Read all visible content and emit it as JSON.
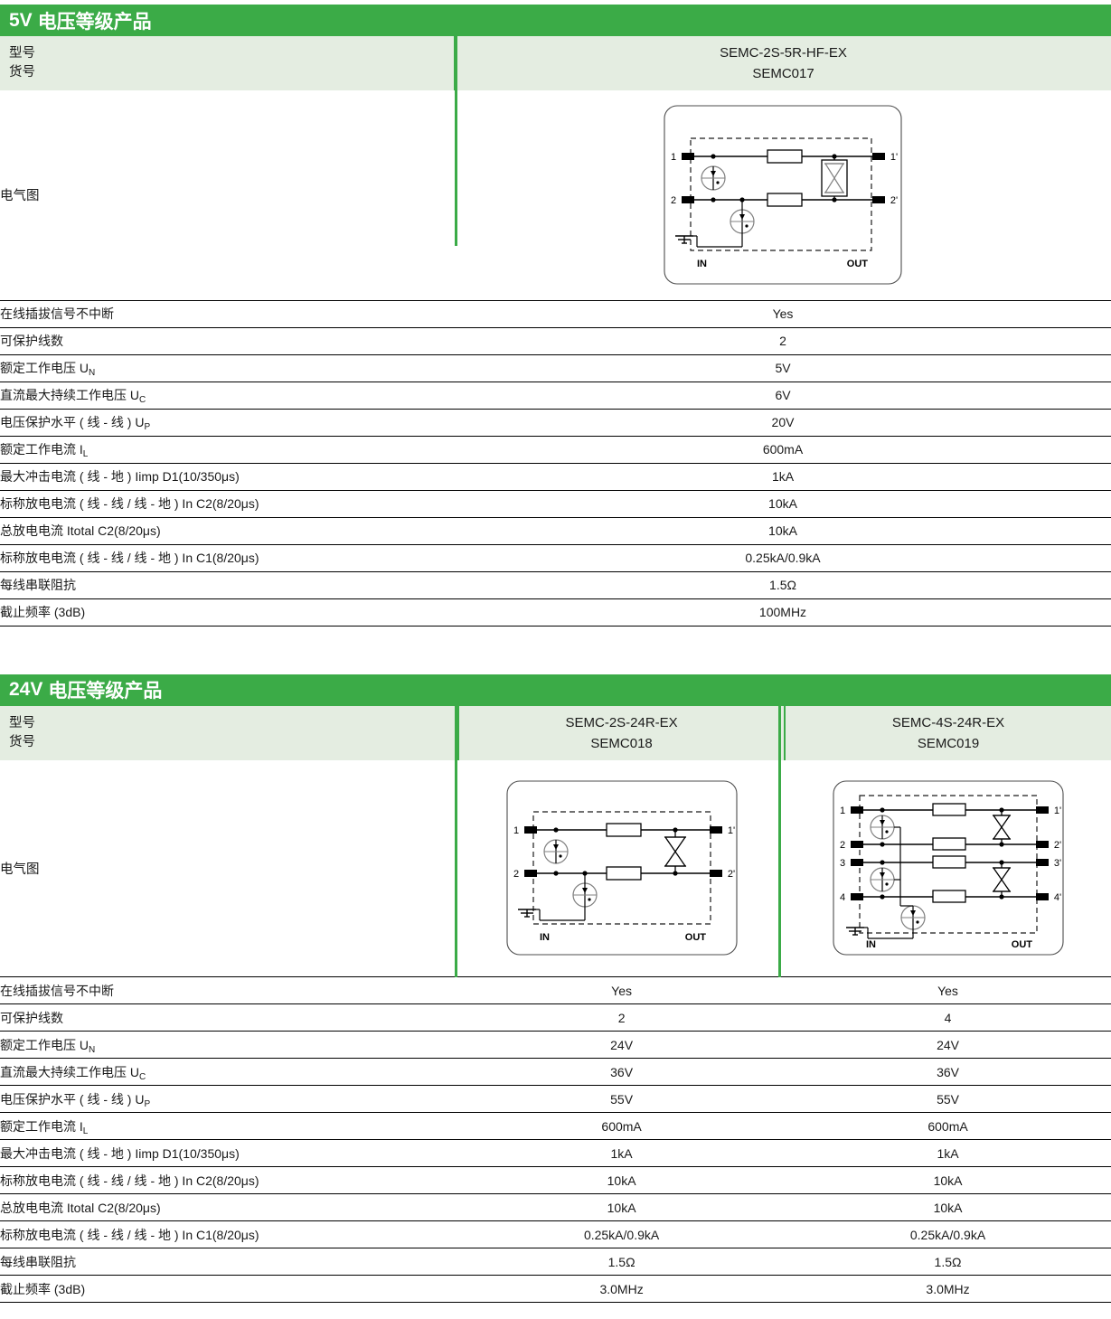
{
  "sections": [
    {
      "id": "section-5v",
      "title_strong": "5V",
      "title_rest": "电压等级产品",
      "row_labels": {
        "model": "型号",
        "article": "货号",
        "diagram": "电气图"
      },
      "products": [
        {
          "model": "SEMC-2S-5R-HF-EX",
          "article": "SEMC017",
          "diagram": {
            "lines": 2,
            "terminals_in": [
              "1",
              "2"
            ],
            "terminals_out": [
              "1'",
              "2'"
            ],
            "in_label": "IN",
            "out_label": "OUT",
            "gdt_count": 2,
            "resistor_count": 2,
            "tvs_count": 1,
            "tvs_boxed": true
          }
        }
      ],
      "parameters": [
        {
          "label": "在线插拔信号不中断",
          "sub": "",
          "values": [
            "Yes"
          ]
        },
        {
          "label": "可保护线数",
          "sub": "",
          "values": [
            "2"
          ]
        },
        {
          "label": "额定工作电压 U",
          "sub": "N",
          "values": [
            "5V"
          ]
        },
        {
          "label": "直流最大持续工作电压 U",
          "sub": "C",
          "values": [
            "6V"
          ]
        },
        {
          "label": "电压保护水平 ( 线 - 线 ) U",
          "sub": "P",
          "values": [
            "20V"
          ]
        },
        {
          "label": "额定工作电流 I",
          "sub": "L",
          "values": [
            "600mA"
          ]
        },
        {
          "label": "最大冲击电流 ( 线 - 地 ) Iimp D1(10/350μs)",
          "sub": "",
          "values": [
            "1kA"
          ]
        },
        {
          "label": "标称放电电流 ( 线 - 线 / 线 - 地 ) In C2(8/20μs)",
          "sub": "",
          "values": [
            "10kA"
          ]
        },
        {
          "label": "总放电电流 Itotal C2(8/20μs)",
          "sub": "",
          "values": [
            "10kA"
          ]
        },
        {
          "label": "标称放电电流 ( 线 - 线 / 线 - 地 ) In C1(8/20μs)",
          "sub": "",
          "values": [
            "0.25kA/0.9kA"
          ]
        },
        {
          "label": "每线串联阻抗",
          "sub": "",
          "values": [
            "1.5Ω"
          ]
        },
        {
          "label": "截止频率 (3dB)",
          "sub": "",
          "values": [
            "100MHz"
          ]
        }
      ]
    },
    {
      "id": "section-24v",
      "title_strong": "24V",
      "title_rest": "电压等级产品",
      "row_labels": {
        "model": "型号",
        "article": "货号",
        "diagram": "电气图"
      },
      "products": [
        {
          "model": "SEMC-2S-24R-EX",
          "article": "SEMC018",
          "diagram": {
            "lines": 2,
            "terminals_in": [
              "1",
              "2"
            ],
            "terminals_out": [
              "1'",
              "2'"
            ],
            "in_label": "IN",
            "out_label": "OUT",
            "gdt_count": 2,
            "resistor_count": 2,
            "tvs_count": 1,
            "tvs_boxed": false
          }
        },
        {
          "model": "SEMC-4S-24R-EX",
          "article": "SEMC019",
          "diagram": {
            "lines": 4,
            "terminals_in": [
              "1",
              "2",
              "3",
              "4"
            ],
            "terminals_out": [
              "1'",
              "2'",
              "3'",
              "4'"
            ],
            "in_label": "IN",
            "out_label": "OUT",
            "gdt_count": 3,
            "resistor_count": 4,
            "tvs_count": 2,
            "tvs_boxed": false
          }
        }
      ],
      "parameters": [
        {
          "label": "在线插拔信号不中断",
          "sub": "",
          "values": [
            "Yes",
            "Yes"
          ]
        },
        {
          "label": "可保护线数",
          "sub": "",
          "values": [
            "2",
            "4"
          ]
        },
        {
          "label": "额定工作电压 U",
          "sub": "N",
          "values": [
            "24V",
            "24V"
          ]
        },
        {
          "label": "直流最大持续工作电压 U",
          "sub": "C",
          "values": [
            "36V",
            "36V"
          ]
        },
        {
          "label": "电压保护水平 ( 线 - 线 ) U",
          "sub": "P",
          "values": [
            "55V",
            "55V"
          ]
        },
        {
          "label": "额定工作电流 I",
          "sub": "L",
          "values": [
            "600mA",
            "600mA"
          ]
        },
        {
          "label": "最大冲击电流 ( 线 - 地 ) Iimp D1(10/350μs)",
          "sub": "",
          "values": [
            "1kA",
            "1kA"
          ]
        },
        {
          "label": "标称放电电流 ( 线 - 线 / 线 - 地 ) In C2(8/20μs)",
          "sub": "",
          "values": [
            "10kA",
            "10kA"
          ]
        },
        {
          "label": "总放电电流 Itotal C2(8/20μs)",
          "sub": "",
          "values": [
            "10kA",
            "10kA"
          ]
        },
        {
          "label": "标称放电电流 ( 线 - 线 / 线 - 地 ) In C1(8/20μs)",
          "sub": "",
          "values": [
            "0.25kA/0.9kA",
            "0.25kA/0.9kA"
          ]
        },
        {
          "label": "每线串联阻抗",
          "sub": "",
          "values": [
            "1.5Ω",
            "1.5Ω"
          ]
        },
        {
          "label": "截止频率 (3dB)",
          "sub": "",
          "values": [
            "3.0MHz",
            "3.0MHz"
          ]
        }
      ]
    }
  ],
  "colors": {
    "brand_green": "#3bab47",
    "header_row_bg": "#e4ede1",
    "rule": "#000000"
  }
}
